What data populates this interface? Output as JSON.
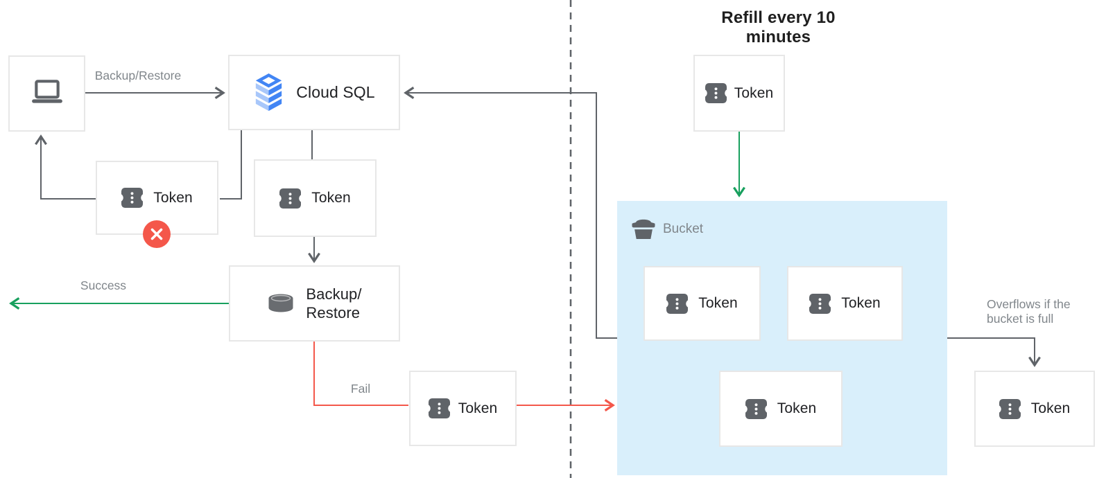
{
  "title": "Refill every 10 minutes",
  "nodes": {
    "cloud_sql_label": "Cloud SQL",
    "backup_restore_line1": "Backup/",
    "backup_restore_line2": "Restore",
    "token_label": "Token",
    "bucket_label": "Bucket"
  },
  "edges": {
    "request_label": "Backup/Restore",
    "success_label": "Success",
    "fail_label": "Fail",
    "overflow_label": "Overflows if the\nbucket is full"
  },
  "icons": {
    "laptop": "laptop-icon",
    "cloud_sql": "cloud-sql-stack-icon",
    "token": "token-ticket-icon",
    "database": "database-cylinder-icon",
    "bucket": "bucket-icon",
    "error": "error-x-icon"
  },
  "colors": {
    "line_gray": "#5f6368",
    "success_green": "#18a05e",
    "fail_red": "#f4574a",
    "bucket_fill": "#d9effb",
    "box_border": "#e7e7e7",
    "text_dark": "#202124",
    "text_gray": "#80868b",
    "cloud_sql_blue": "#4285f4",
    "cloud_sql_light_blue": "#a8c7fa"
  }
}
